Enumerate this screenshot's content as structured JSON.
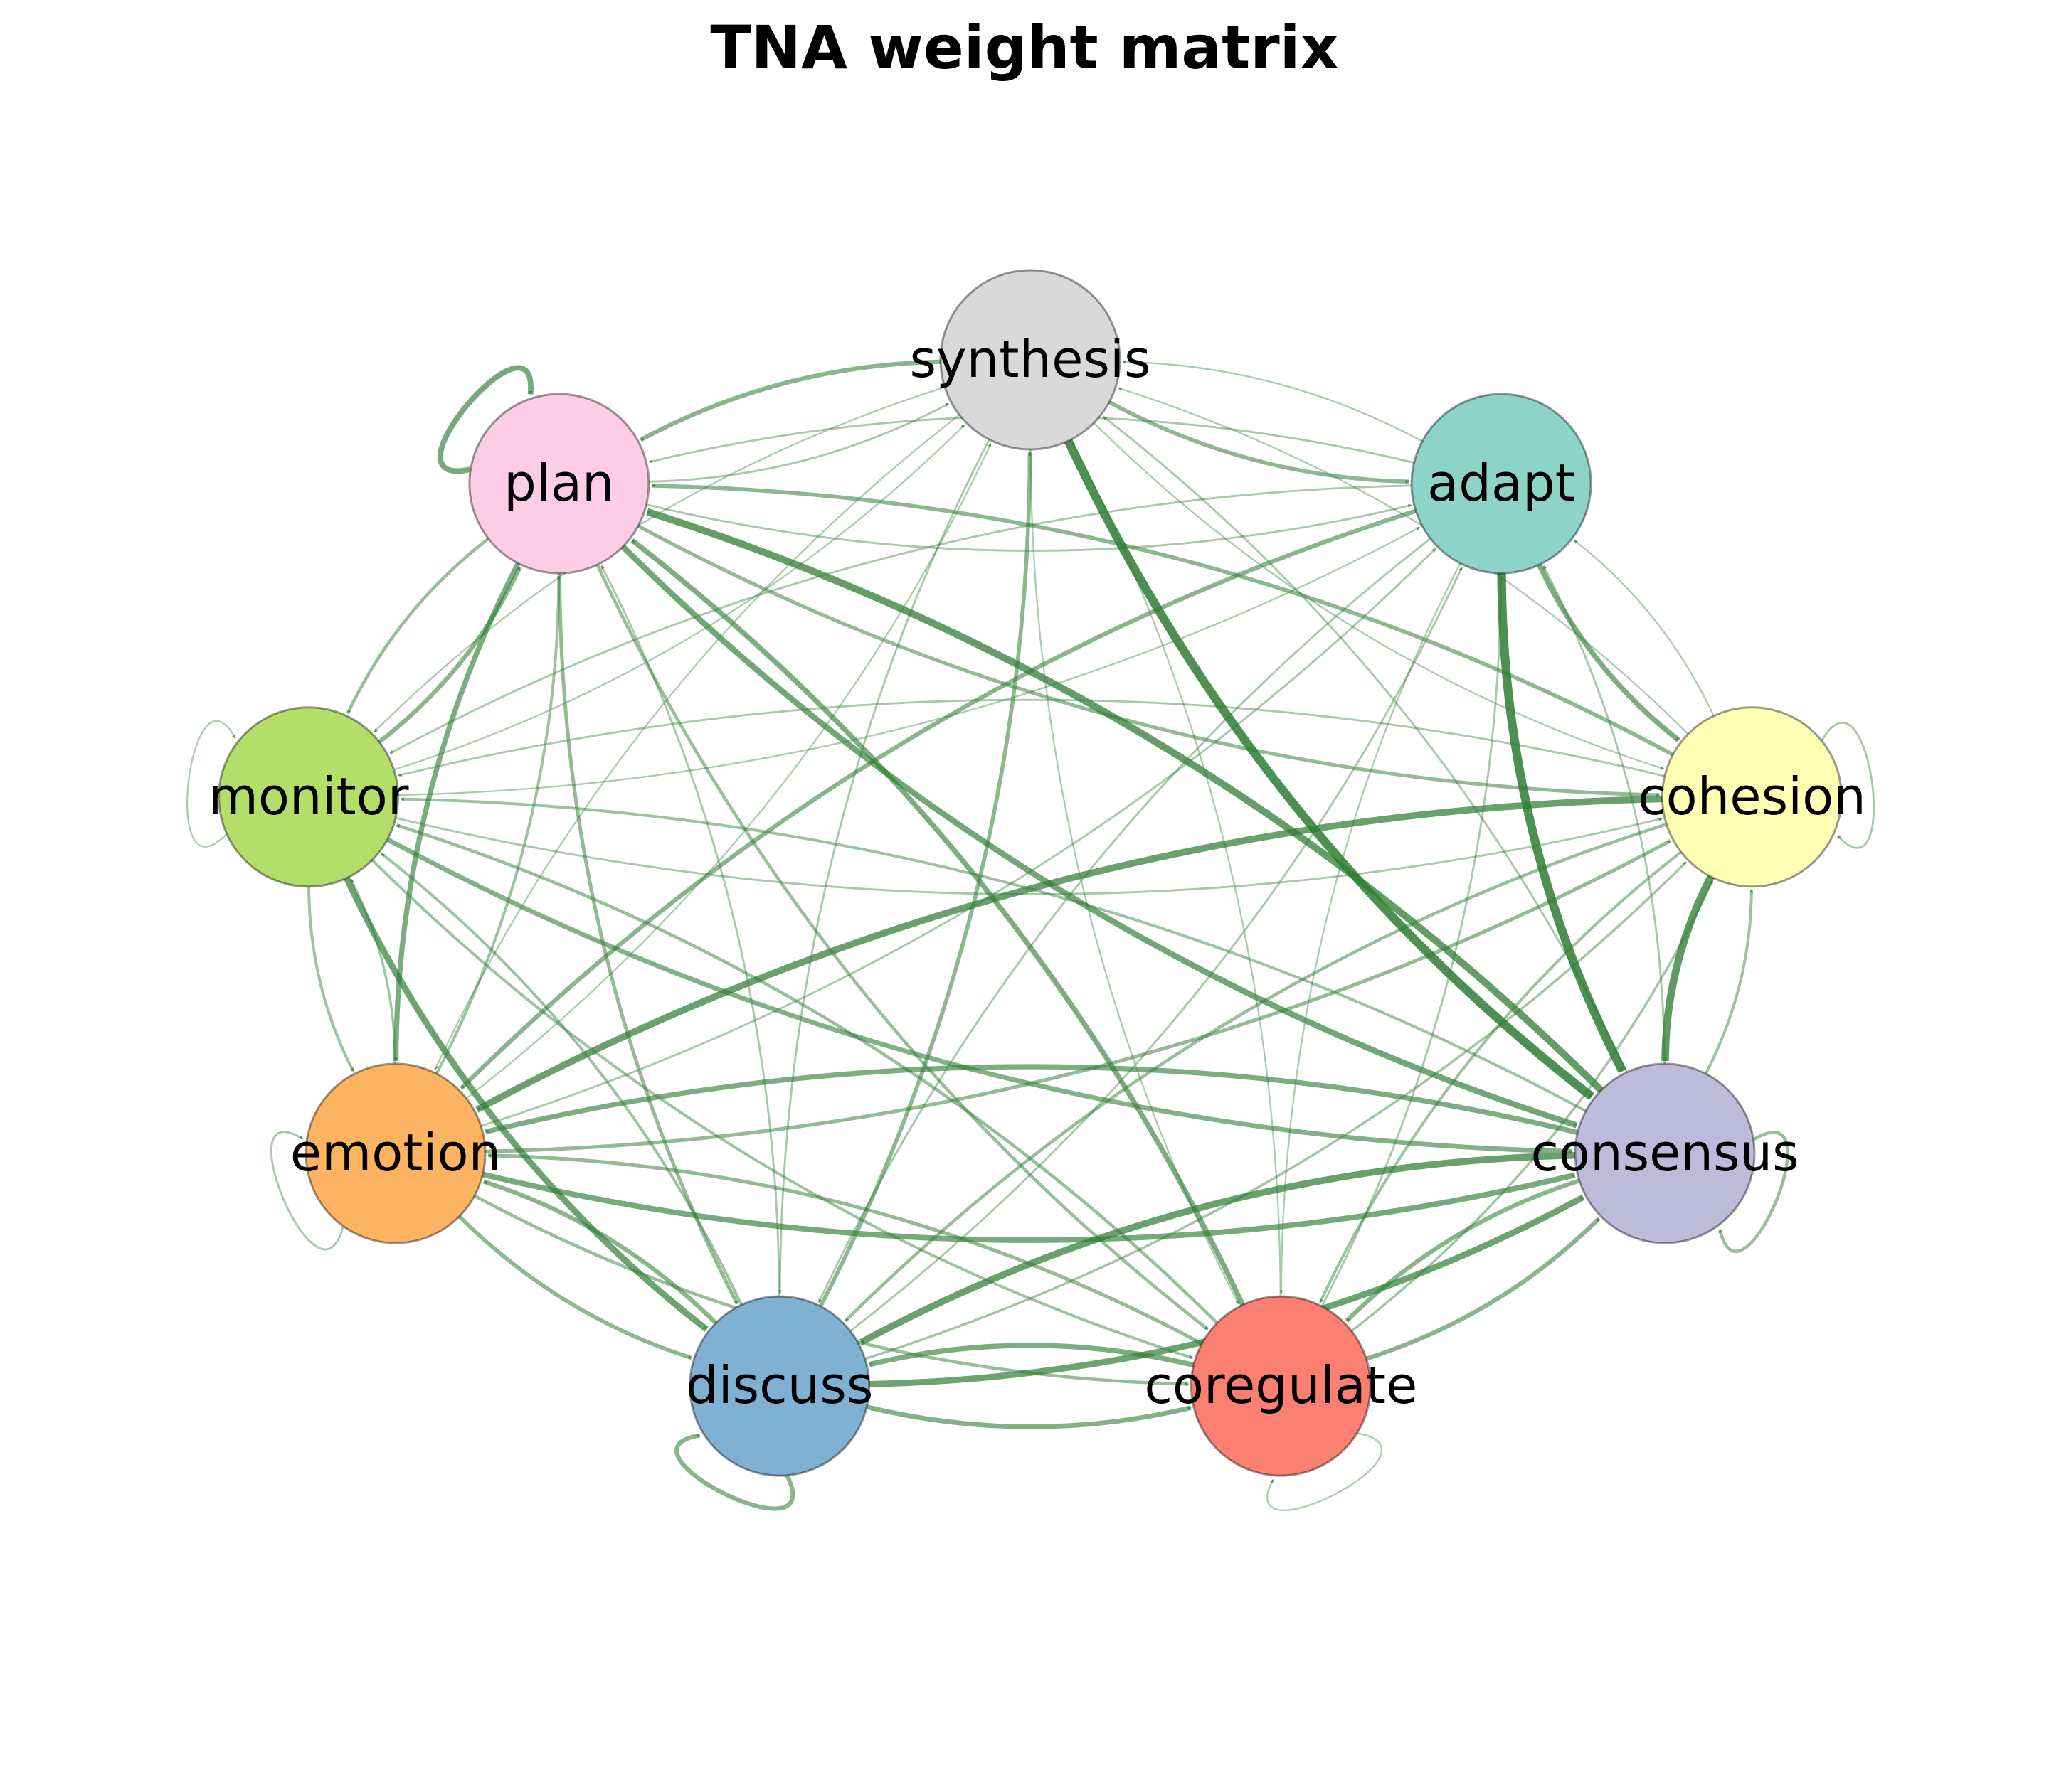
{
  "title": "TNA weight matrix",
  "colors": {
    "edge": "#2e7d32",
    "synthesis": "#d9d9d9",
    "adapt": "#8dd3c7",
    "cohesion": "#ffffb3",
    "consensus": "#bebada",
    "coregulate": "#fb8072",
    "discuss": "#80b1d3",
    "emotion": "#fdb462",
    "monitor": "#b3de69",
    "plan": "#fccde5"
  },
  "nodes": [
    {
      "id": "synthesis",
      "label": "synthesis"
    },
    {
      "id": "adapt",
      "label": "adapt"
    },
    {
      "id": "cohesion",
      "label": "cohesion"
    },
    {
      "id": "consensus",
      "label": "consensus"
    },
    {
      "id": "coregulate",
      "label": "coregulate"
    },
    {
      "id": "discuss",
      "label": "discuss"
    },
    {
      "id": "emotion",
      "label": "emotion"
    },
    {
      "id": "monitor",
      "label": "monitor"
    },
    {
      "id": "plan",
      "label": "plan"
    }
  ],
  "edges": [
    {
      "from": "synthesis",
      "to": "plan",
      "w": 0.45
    },
    {
      "from": "synthesis",
      "to": "adapt",
      "w": 0.4
    },
    {
      "from": "synthesis",
      "to": "consensus",
      "w": 1.0
    },
    {
      "from": "synthesis",
      "to": "cohesion",
      "w": 0.1
    },
    {
      "from": "synthesis",
      "to": "coregulate",
      "w": 0.1
    },
    {
      "from": "synthesis",
      "to": "discuss",
      "w": 0.15
    },
    {
      "from": "synthesis",
      "to": "emotion",
      "w": 0.1
    },
    {
      "from": "synthesis",
      "to": "monitor",
      "w": 0.1
    },
    {
      "from": "adapt",
      "to": "synthesis",
      "w": 0.1
    },
    {
      "from": "adapt",
      "to": "plan",
      "w": 0.15
    },
    {
      "from": "adapt",
      "to": "cohesion",
      "w": 0.55
    },
    {
      "from": "adapt",
      "to": "consensus",
      "w": 1.0
    },
    {
      "from": "adapt",
      "to": "discuss",
      "w": 0.15
    },
    {
      "from": "adapt",
      "to": "coregulate",
      "w": 0.1
    },
    {
      "from": "adapt",
      "to": "emotion",
      "w": 0.45
    },
    {
      "from": "adapt",
      "to": "monitor",
      "w": 0.15
    },
    {
      "from": "cohesion",
      "to": "cohesion",
      "w": 0.15
    },
    {
      "from": "cohesion",
      "to": "consensus",
      "w": 0.85
    },
    {
      "from": "cohesion",
      "to": "emotion",
      "w": 0.75
    },
    {
      "from": "cohesion",
      "to": "plan",
      "w": 0.4
    },
    {
      "from": "cohesion",
      "to": "synthesis",
      "w": 0.1
    },
    {
      "from": "cohesion",
      "to": "adapt",
      "w": 0.1
    },
    {
      "from": "cohesion",
      "to": "discuss",
      "w": 0.3
    },
    {
      "from": "cohesion",
      "to": "coregulate",
      "w": 0.25
    },
    {
      "from": "cohesion",
      "to": "monitor",
      "w": 0.15
    },
    {
      "from": "consensus",
      "to": "consensus",
      "w": 0.3
    },
    {
      "from": "consensus",
      "to": "discuss",
      "w": 0.75
    },
    {
      "from": "consensus",
      "to": "coregulate",
      "w": 0.45
    },
    {
      "from": "consensus",
      "to": "plan",
      "w": 0.8
    },
    {
      "from": "consensus",
      "to": "emotion",
      "w": 0.55
    },
    {
      "from": "consensus",
      "to": "monitor",
      "w": 0.25
    },
    {
      "from": "consensus",
      "to": "cohesion",
      "w": 0.25
    },
    {
      "from": "consensus",
      "to": "synthesis",
      "w": 0.15
    },
    {
      "from": "consensus",
      "to": "adapt",
      "w": 0.15
    },
    {
      "from": "coregulate",
      "to": "coregulate",
      "w": 0.1
    },
    {
      "from": "coregulate",
      "to": "discuss",
      "w": 0.55
    },
    {
      "from": "coregulate",
      "to": "consensus",
      "w": 0.45
    },
    {
      "from": "coregulate",
      "to": "plan",
      "w": 0.55
    },
    {
      "from": "coregulate",
      "to": "emotion",
      "w": 0.35
    },
    {
      "from": "coregulate",
      "to": "monitor",
      "w": 0.3
    },
    {
      "from": "coregulate",
      "to": "cohesion",
      "w": 0.2
    },
    {
      "from": "coregulate",
      "to": "adapt",
      "w": 0.15
    },
    {
      "from": "coregulate",
      "to": "synthesis",
      "w": 0.1
    },
    {
      "from": "discuss",
      "to": "discuss",
      "w": 0.45
    },
    {
      "from": "discuss",
      "to": "coregulate",
      "w": 0.5
    },
    {
      "from": "discuss",
      "to": "consensus",
      "w": 0.7
    },
    {
      "from": "discuss",
      "to": "emotion",
      "w": 0.45
    },
    {
      "from": "discuss",
      "to": "synthesis",
      "w": 0.4
    },
    {
      "from": "discuss",
      "to": "monitor",
      "w": 0.25
    },
    {
      "from": "discuss",
      "to": "cohesion",
      "w": 0.2
    },
    {
      "from": "discuss",
      "to": "adapt",
      "w": 0.15
    },
    {
      "from": "discuss",
      "to": "plan",
      "w": 0.15
    },
    {
      "from": "emotion",
      "to": "emotion",
      "w": 0.15
    },
    {
      "from": "emotion",
      "to": "consensus",
      "w": 0.6
    },
    {
      "from": "emotion",
      "to": "discuss",
      "w": 0.4
    },
    {
      "from": "emotion",
      "to": "coregulate",
      "w": 0.3
    },
    {
      "from": "emotion",
      "to": "plan",
      "w": 0.25
    },
    {
      "from": "emotion",
      "to": "monitor",
      "w": 0.2
    },
    {
      "from": "emotion",
      "to": "cohesion",
      "w": 0.35
    },
    {
      "from": "emotion",
      "to": "adapt",
      "w": 0.15
    },
    {
      "from": "emotion",
      "to": "synthesis",
      "w": 0.1
    },
    {
      "from": "monitor",
      "to": "monitor",
      "w": 0.1
    },
    {
      "from": "monitor",
      "to": "plan",
      "w": 0.45
    },
    {
      "from": "monitor",
      "to": "discuss",
      "w": 0.7
    },
    {
      "from": "monitor",
      "to": "consensus",
      "w": 0.5
    },
    {
      "from": "monitor",
      "to": "emotion",
      "w": 0.25
    },
    {
      "from": "monitor",
      "to": "coregulate",
      "w": 0.25
    },
    {
      "from": "monitor",
      "to": "cohesion",
      "w": 0.15
    },
    {
      "from": "monitor",
      "to": "synthesis",
      "w": 0.1
    },
    {
      "from": "monitor",
      "to": "adapt",
      "w": 0.1
    },
    {
      "from": "plan",
      "to": "plan",
      "w": 0.6
    },
    {
      "from": "plan",
      "to": "emotion",
      "w": 0.55
    },
    {
      "from": "plan",
      "to": "consensus",
      "w": 0.65
    },
    {
      "from": "plan",
      "to": "monitor",
      "w": 0.3
    },
    {
      "from": "plan",
      "to": "discuss",
      "w": 0.35
    },
    {
      "from": "plan",
      "to": "cohesion",
      "w": 0.35
    },
    {
      "from": "plan",
      "to": "coregulate",
      "w": 0.3
    },
    {
      "from": "plan",
      "to": "synthesis",
      "w": 0.15
    },
    {
      "from": "plan",
      "to": "adapt",
      "w": 0.15
    }
  ]
}
